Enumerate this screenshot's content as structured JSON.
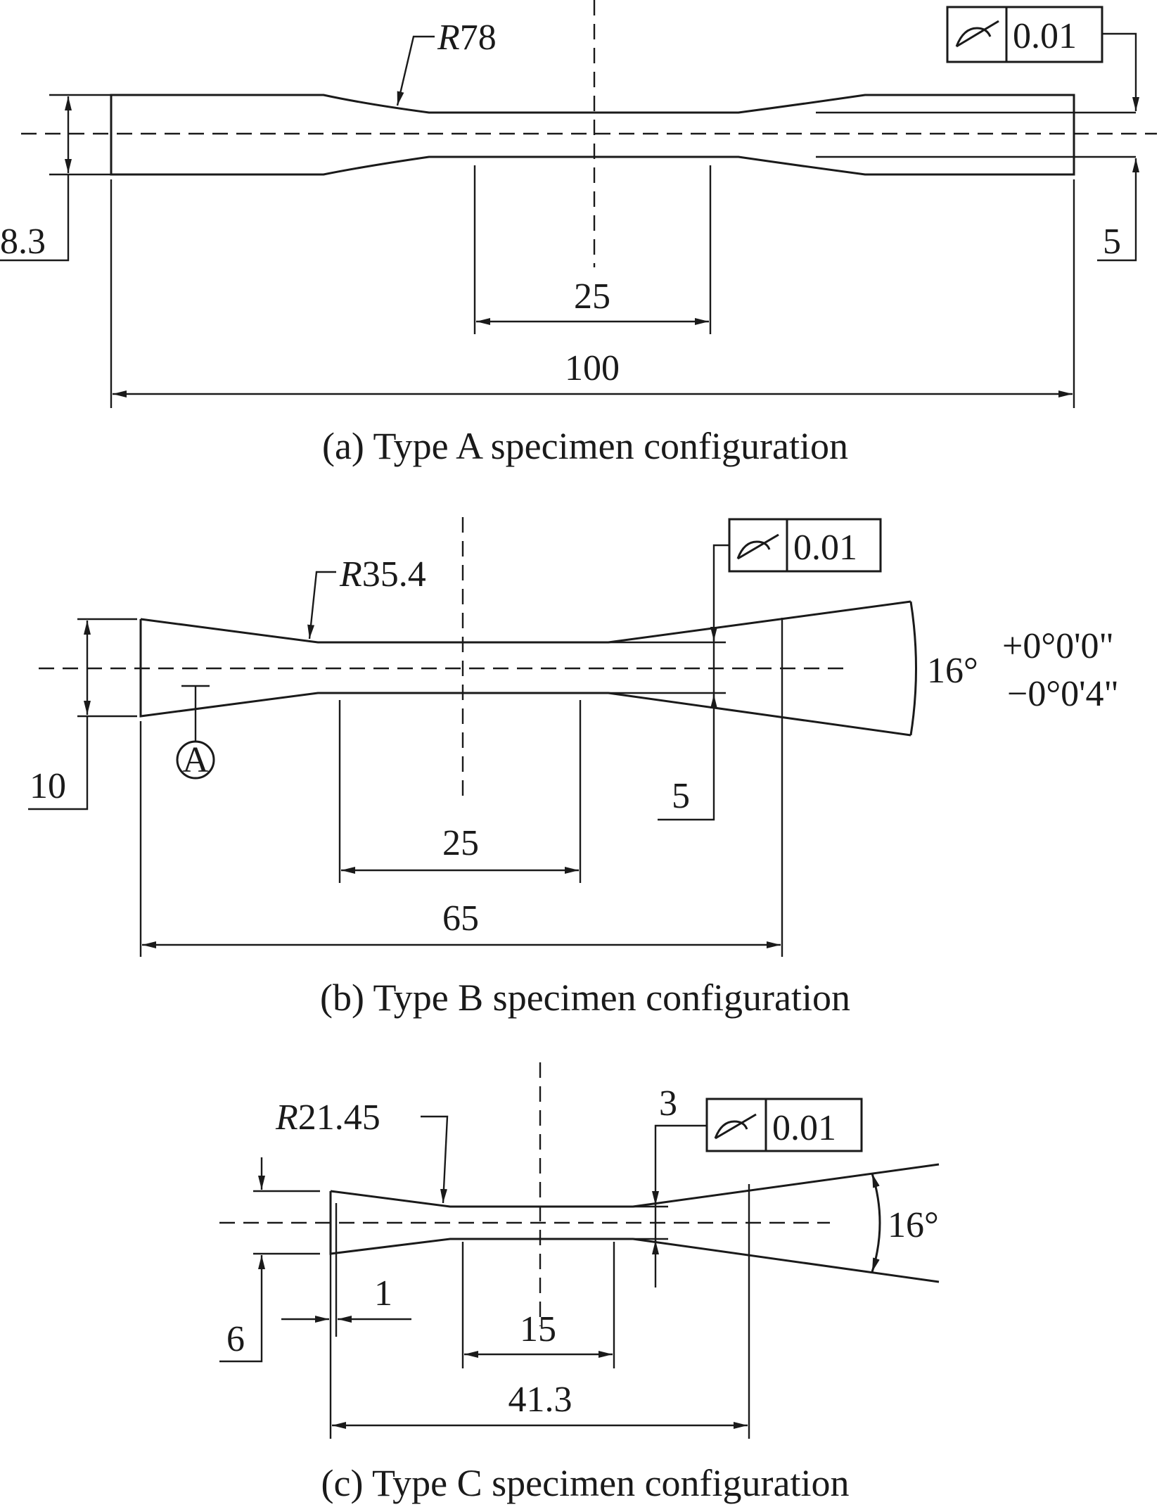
{
  "figure_a": {
    "caption": "(a) Type A specimen configuration",
    "radius_prefix": "R",
    "radius_value": "78",
    "tolerance_value": "0.01",
    "symbol": "profile-of-a-line-symbol",
    "dim_grip_width": "8.3",
    "dim_gauge_width": "5",
    "dim_gauge_length": "25",
    "dim_overall_length": "100"
  },
  "figure_b": {
    "caption": "(b) Type B specimen configuration",
    "radius_prefix": "R",
    "radius_value": "35.4",
    "tolerance_value": "0.01",
    "symbol": "profile-of-a-line-symbol",
    "dim_grip_width": "10",
    "dim_gauge_width": "5",
    "dim_gauge_length": "25",
    "dim_overall_length": "65",
    "angle": "16°",
    "angle_tol_upper": "+0°0'0\"",
    "angle_tol_lower": "−0°0'4\"",
    "datum_label": "A"
  },
  "figure_c": {
    "caption": "(c) Type C specimen configuration",
    "radius_prefix": "R",
    "radius_value": "21.45",
    "tolerance_value": "0.01",
    "symbol": "profile-of-a-line-symbol",
    "dim_gauge_width": "3",
    "dim_grip_width": "6",
    "dim_grip_offset": "1",
    "dim_gauge_length": "15",
    "dim_overall_length": "41.3",
    "angle": "16°"
  }
}
